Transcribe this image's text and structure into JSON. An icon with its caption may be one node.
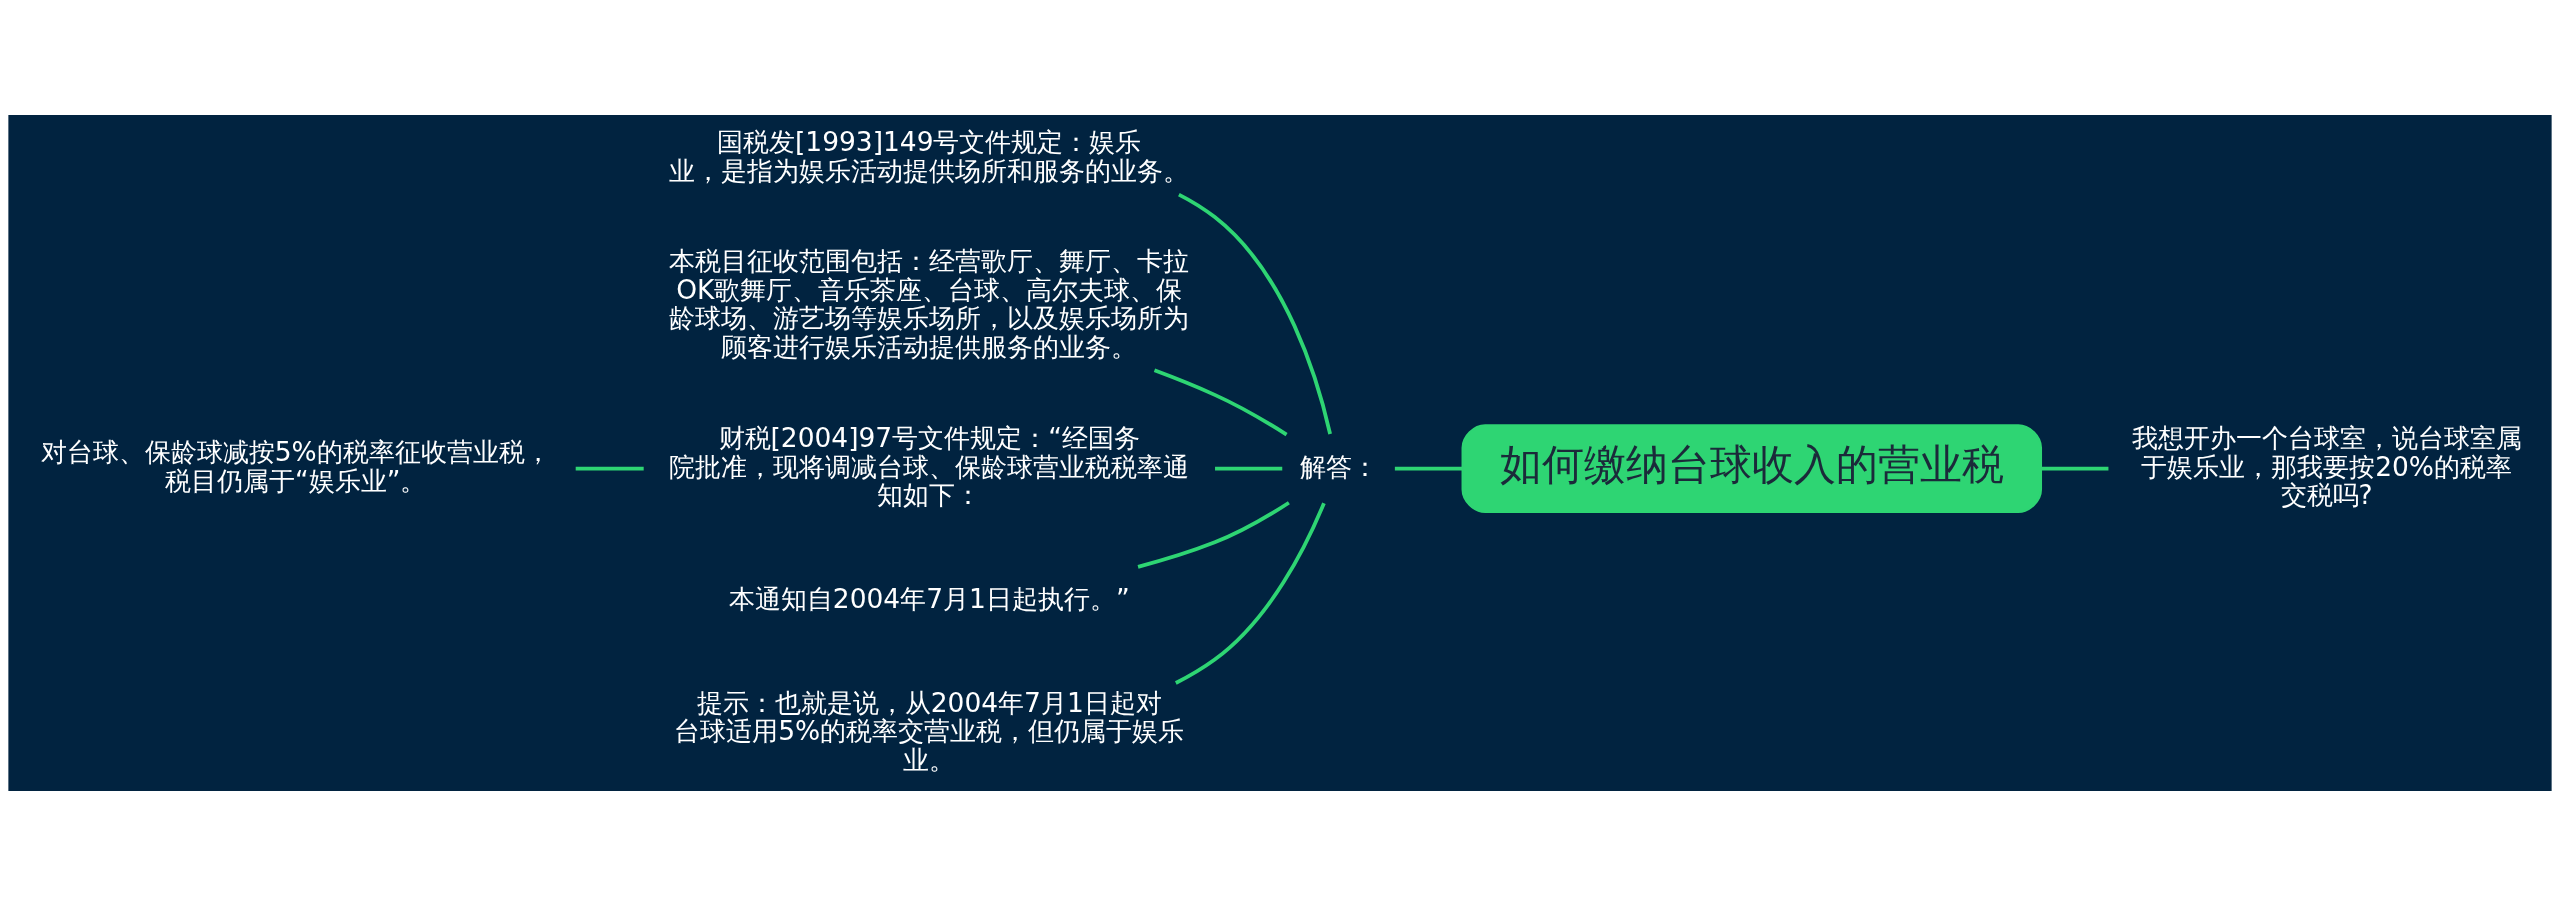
{
  "diagram": {
    "nodes": [
      {
        "text": [
          "如何缴纳台球收入的营业税"
        ]
      },
      {
        "text": [
          "我想开办一个台球室，说台球室属于娱乐业，那我要按20%的税率交税吗?"
        ]
      },
      {
        "text": [
          "解答："
        ]
      },
      {
        "text": [
          "国税发[1993]149号文件规定：娱乐业，是指为娱乐活动提供场所和服务的业务。"
        ]
      },
      {
        "text": [
          "本税目征收范围包括：经营歌厅、舞厅、卡拉OK歌舞厅、音乐茶座、台球、高尔夫球、保龄球场、游艺场等娱乐场所，以及娱乐场所为顾客进行娱乐活动提供服务的业务。"
        ]
      },
      {
        "text": [
          "财税[2004]97号文件规定：“经国务院批准，现将调减台球、保龄球营业税税率通知如下："
        ]
      },
      {
        "text": [
          "本通知自2004年7月1日起执行。”"
        ]
      },
      {
        "text": [
          "提示：也就是说，从2004年7月1日起对台球适用5%的税率交营业税，但仍属于娱乐业。"
        ]
      },
      {
        "text": [
          "对台球、保龄球减按5%的税率征收营业税，税目仍属于“娱乐业”。"
        ]
      }
    ],
    "edges": [
      {
        "from": 0,
        "to": 1,
        "arrow": "none"
      },
      {
        "from": 0,
        "to": 2,
        "arrow": "none"
      },
      {
        "from": 2,
        "to": 3,
        "arrow": "none"
      },
      {
        "from": 2,
        "to": 4,
        "arrow": "none"
      },
      {
        "from": 2,
        "to": 5,
        "arrow": "none"
      },
      {
        "from": 2,
        "to": 6,
        "arrow": "none"
      },
      {
        "from": 2,
        "to": 7,
        "arrow": "none"
      },
      {
        "from": 5,
        "to": 8,
        "arrow": "none"
      }
    ]
  }
}
